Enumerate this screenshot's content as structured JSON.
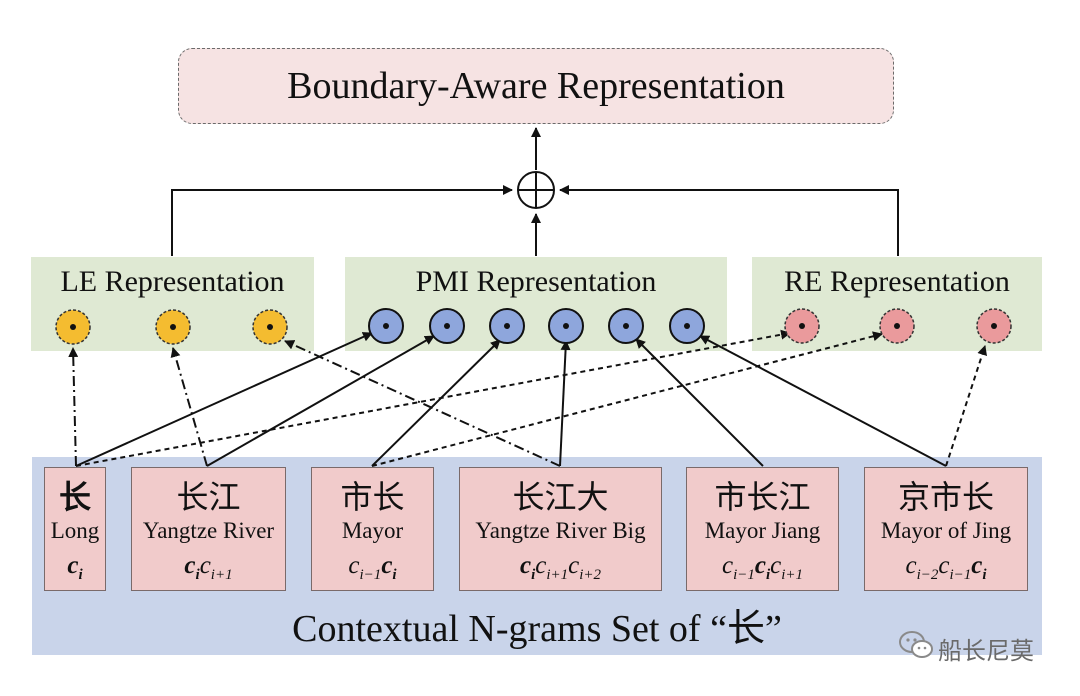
{
  "top": {
    "title": "Boundary-Aware Representation"
  },
  "panels": {
    "le": {
      "title": "LE Representation",
      "node_color": "#f4bc30"
    },
    "pmi": {
      "title": "PMI Representation",
      "node_color": "#8ea6dc"
    },
    "re": {
      "title": "RE Representation",
      "node_color": "#ea9a9c"
    }
  },
  "bottom": {
    "title": "Contextual N-grams Set of “长”"
  },
  "ngrams": [
    {
      "zh": "长",
      "en": "Long"
    },
    {
      "zh": "长江",
      "en": "Yangtze River"
    },
    {
      "zh": "市长",
      "en": "Mayor"
    },
    {
      "zh": "长江大",
      "en": "Yangtze River Big"
    },
    {
      "zh": "市长江",
      "en": "Mayor Jiang"
    },
    {
      "zh": "京市长",
      "en": "Mayor of Jing"
    }
  ],
  "operator": "⊕",
  "watermark": {
    "icon": "wechat-icon",
    "text": "船长尼莫"
  }
}
